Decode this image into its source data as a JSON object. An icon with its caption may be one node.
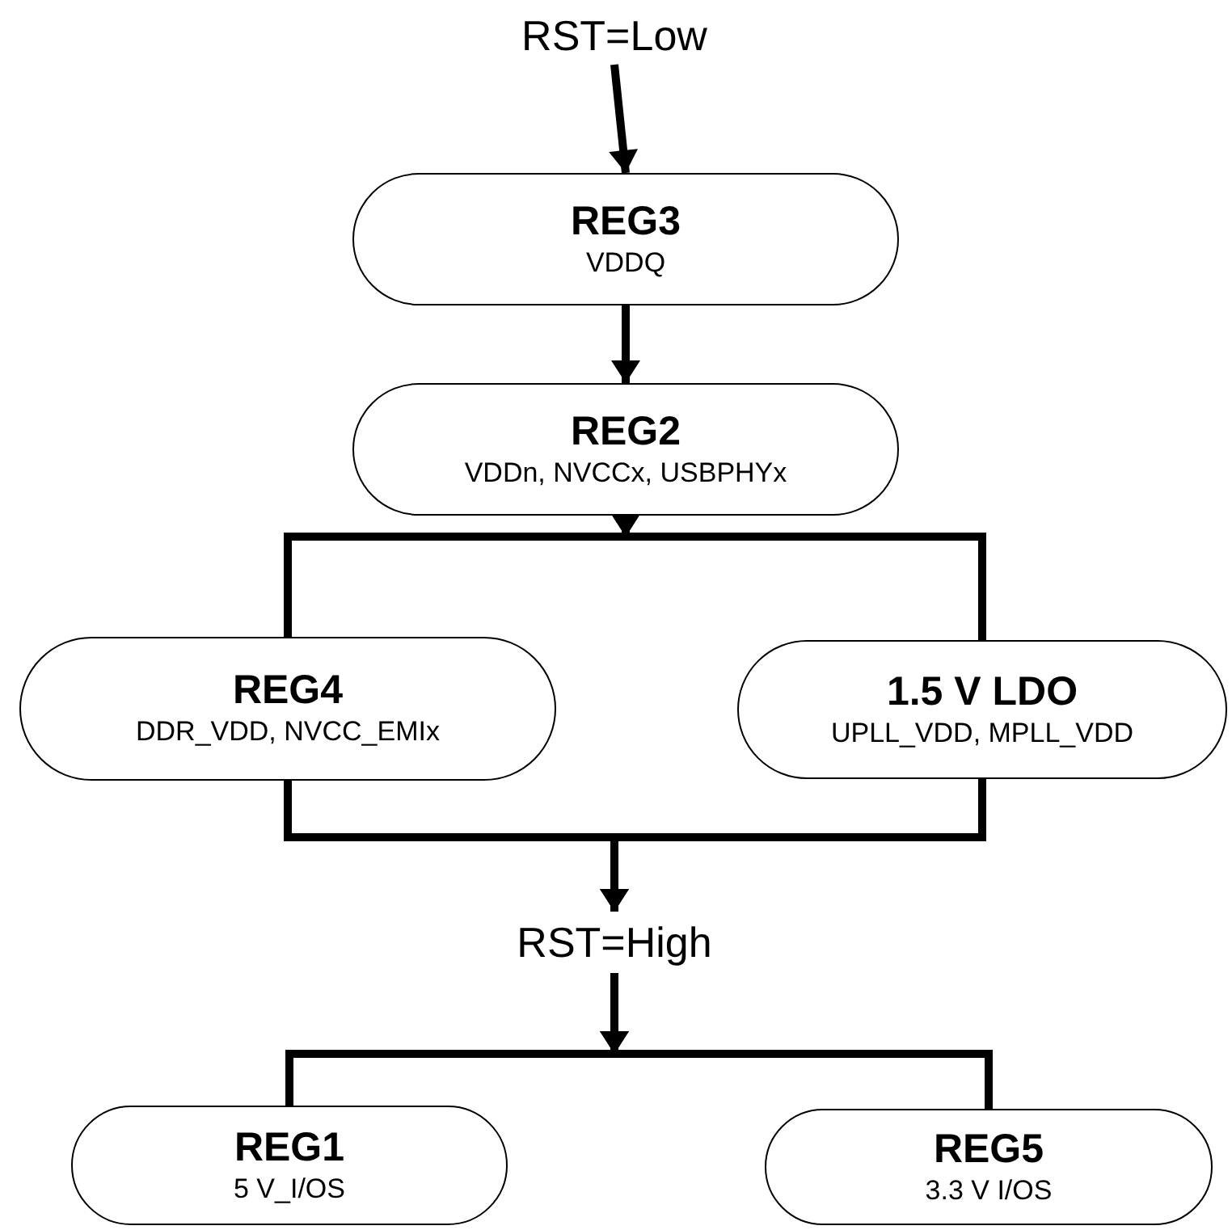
{
  "diagram": {
    "nodes": [
      {
        "text": [
          "RST=Low"
        ]
      },
      {
        "text": [
          "REG3",
          "VDDQ"
        ]
      },
      {
        "text": [
          "REG2",
          "VDDn, NVCCx, USBPHYx"
        ]
      },
      {
        "text": [
          "REG4",
          "DDR_VDD, NVCC_EMIx"
        ]
      },
      {
        "text": [
          "1.5 V LDO",
          "UPLL_VDD, MPLL_VDD"
        ]
      },
      {
        "text": [
          "RST=High"
        ]
      },
      {
        "text": [
          "REG1",
          "5 V_I/OS"
        ]
      },
      {
        "text": [
          "REG5",
          "3.3 V I/OS"
        ]
      }
    ],
    "edges": [
      {
        "from": 0,
        "to": 1,
        "arrow": "to"
      },
      {
        "from": 1,
        "to": 2,
        "arrow": "to"
      },
      {
        "from": 2,
        "to": 3,
        "arrow": "to"
      },
      {
        "from": 2,
        "to": 4,
        "arrow": "to"
      },
      {
        "from": 3,
        "to": 5,
        "arrow": "to"
      },
      {
        "from": 4,
        "to": 5,
        "arrow": "to"
      },
      {
        "from": 5,
        "to": 6,
        "arrow": "to"
      },
      {
        "from": 5,
        "to": 7,
        "arrow": "to"
      }
    ]
  }
}
